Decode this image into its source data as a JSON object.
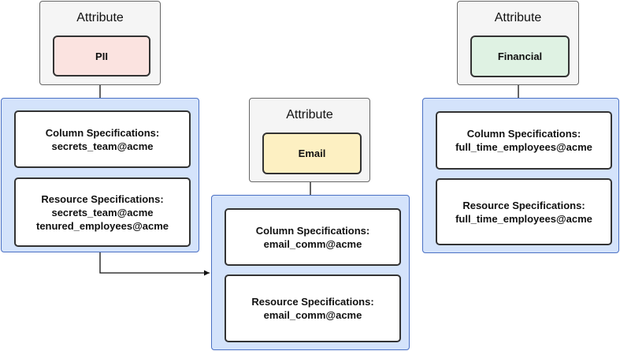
{
  "attributes": [
    {
      "title": "Attribute",
      "tag": "PII",
      "tag_fill": "#fbe3e0",
      "specs": [
        {
          "heading": "Column Specifications:",
          "values": [
            "secrets_team@acme"
          ]
        },
        {
          "heading": "Resource Specifications:",
          "values": [
            "secrets_team@acme",
            "tenured_employees@acme"
          ]
        }
      ]
    },
    {
      "title": "Attribute",
      "tag": "Email",
      "tag_fill": "#fdf0c2",
      "specs": [
        {
          "heading": "Column Specifications:",
          "values": [
            "email_comm@acme"
          ]
        },
        {
          "heading": "Resource Specifications:",
          "values": [
            "email_comm@acme"
          ]
        }
      ]
    },
    {
      "title": "Attribute",
      "tag": "Financial",
      "tag_fill": "#dff2e3",
      "specs": [
        {
          "heading": "Column Specifications:",
          "values": [
            "full_time_employees@acme"
          ]
        },
        {
          "heading": "Resource Specifications:",
          "values": [
            "full_time_employees@acme"
          ]
        }
      ]
    }
  ],
  "colors": {
    "group_fill": "#d4e3fb",
    "group_border": "#4a70c4",
    "connector": "#111111"
  }
}
